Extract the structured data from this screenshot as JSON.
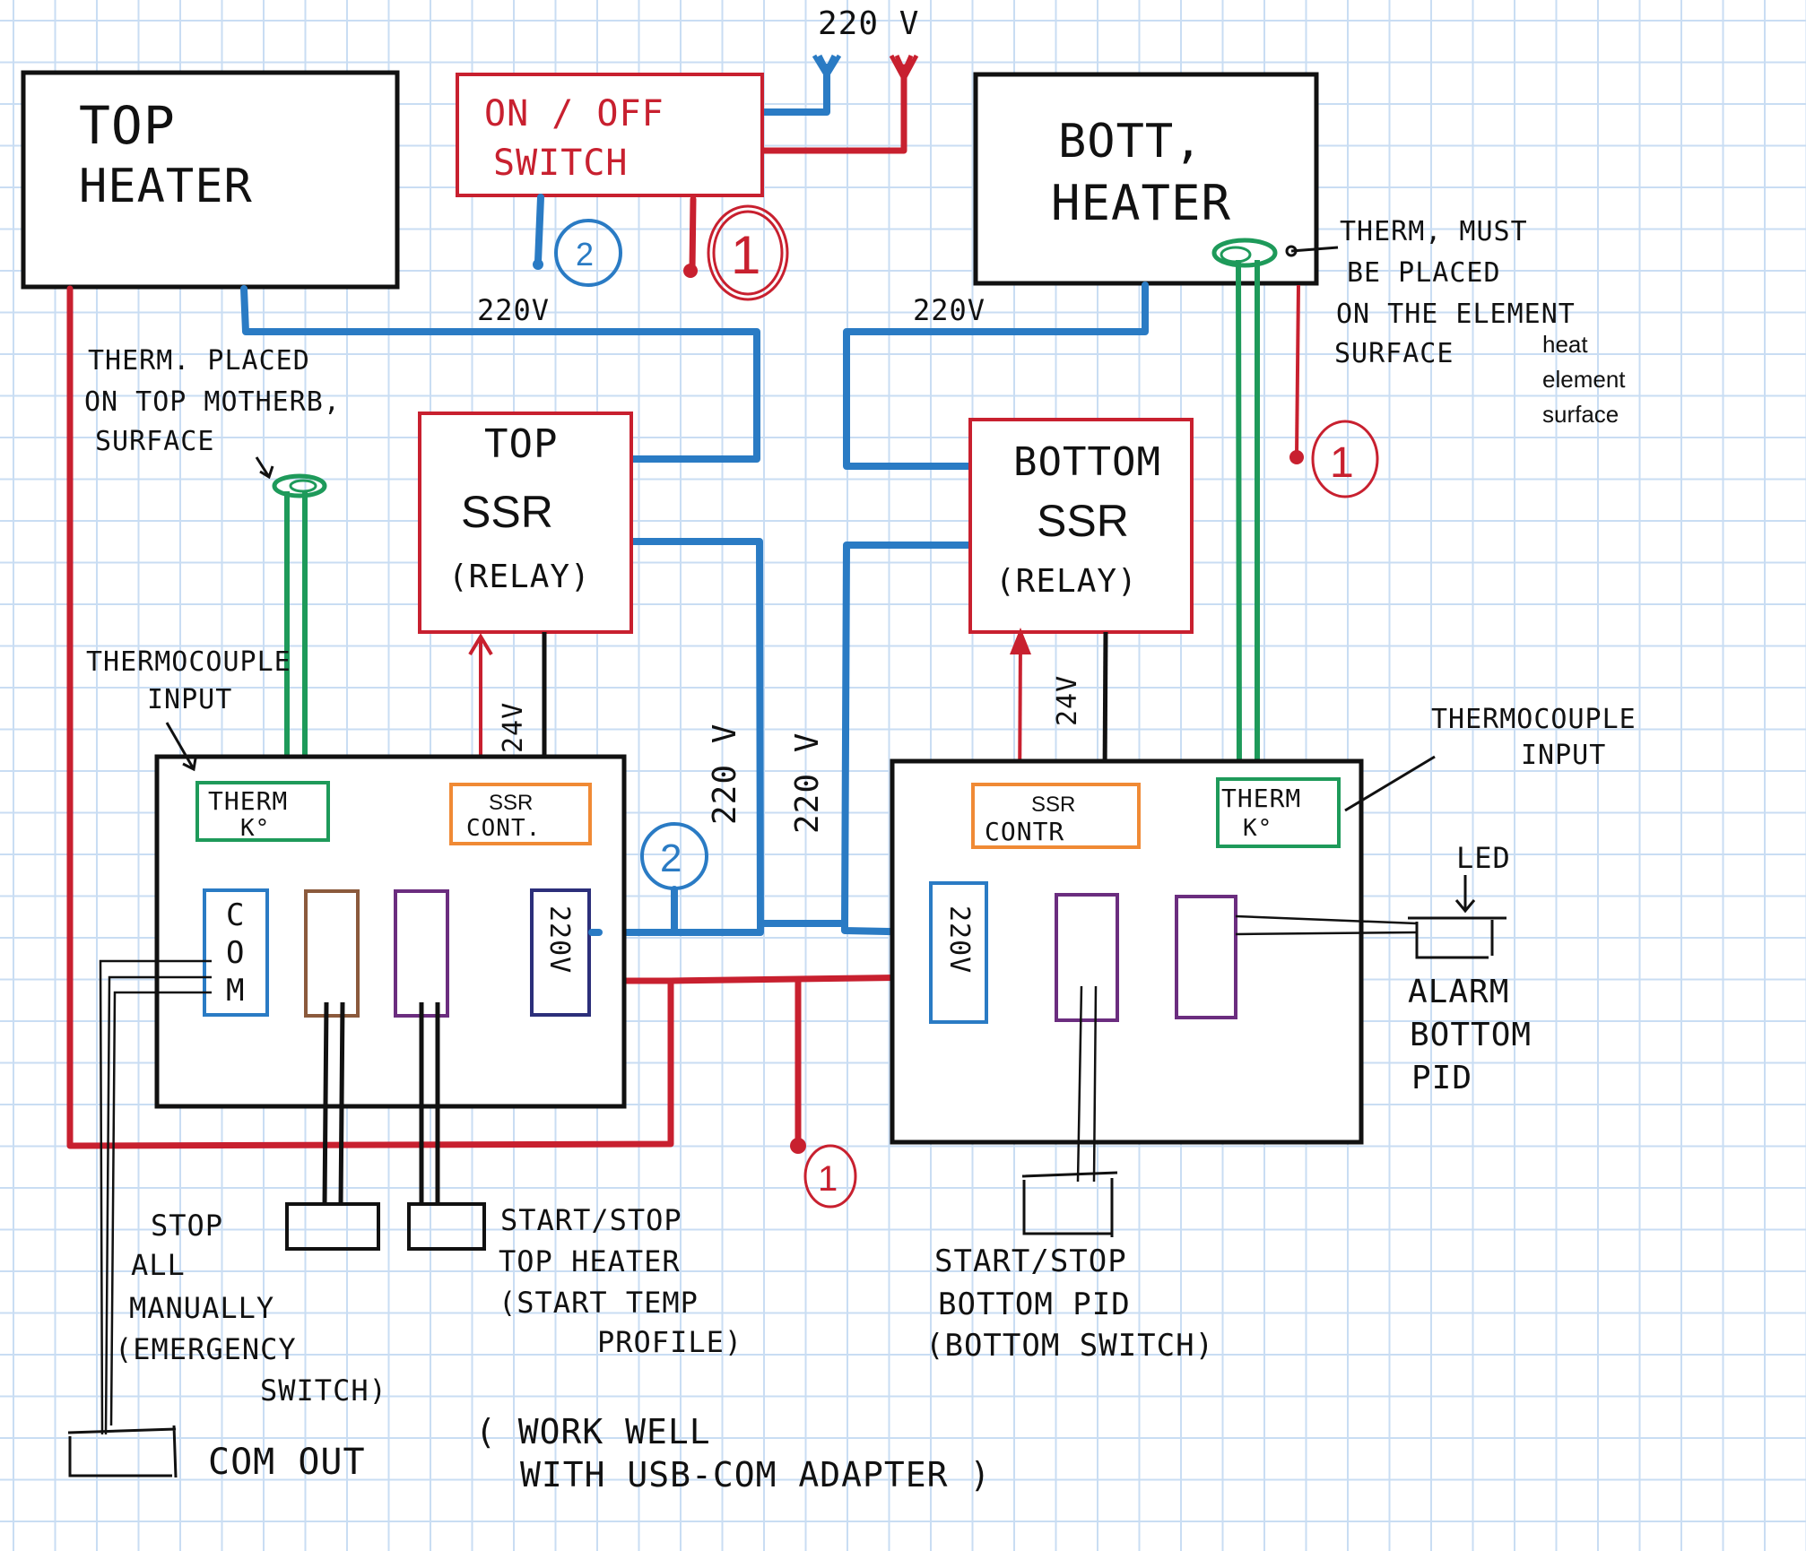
{
  "diagram": {
    "colors": {
      "grid": "#c9ddf3",
      "live_wire": "#c8202f",
      "neutral_wire": "#2a7bc4",
      "thermocouple_wire": "#1e9a5a",
      "ssr_control": "#f08a35",
      "signal_wire": "#111111"
    },
    "mains": {
      "label": "220 V"
    },
    "on_off_switch": {
      "line1": "ON / OFF",
      "line2": "SWITCH"
    },
    "markers": {
      "one": "1",
      "two": "2"
    },
    "top_heater": {
      "line1": "TOP",
      "line2": "HEATER"
    },
    "bottom_heater": {
      "line1": "BOTT,",
      "line2": "HEATER"
    },
    "top_ssr": {
      "line1": "TOP",
      "line2": "SSR",
      "line3": "(RELAY)"
    },
    "bottom_ssr": {
      "line1": "BOTTOM",
      "line2": "SSR",
      "line3": "(RELAY)"
    },
    "wire_labels": {
      "top_heater_feed": "220V",
      "bottom_heater_feed": "220V",
      "vertical_left": "220 V",
      "vertical_right": "220 V",
      "top_ssr_control": "24V",
      "bottom_ssr_control": "24V"
    },
    "annotations": {
      "top_therm": [
        "THERM. PLACED",
        "ON TOP MOTHERB,",
        "SURFACE"
      ],
      "bottom_therm": [
        "THERM, MUST",
        "BE PLACED",
        "ON THE ELEMENT",
        "SURFACE"
      ],
      "bottom_therm_typed": [
        "heat",
        "element",
        "surface"
      ],
      "tc_input_left": [
        "THERMOCOUPLE",
        "INPUT"
      ],
      "tc_input_right": [
        "THERMOCOUPLE",
        "INPUT"
      ],
      "led": "LED",
      "alarm": [
        "ALARM",
        "BOTTOM",
        "PID"
      ]
    },
    "top_pid": {
      "therm_terminal": [
        "THERM",
        "K°"
      ],
      "ssr_terminal": [
        "SSR",
        "CONT."
      ],
      "com_terminal": [
        "C",
        "O",
        "M"
      ],
      "power_terminal": "220V"
    },
    "bottom_pid": {
      "therm_terminal": [
        "THERM",
        "K°"
      ],
      "ssr_terminal": [
        "SSR",
        "CONTR"
      ],
      "power_terminal": "220V"
    },
    "switches": {
      "stop_all": [
        "STOP",
        "ALL",
        "MANUALLY",
        "(EMERGENCY",
        "SWITCH)"
      ],
      "start_top": [
        "START/STOP",
        "TOP HEATER",
        "(START TEMP",
        "PROFILE)"
      ],
      "start_bottom": [
        "START/STOP",
        "BOTTOM PID",
        "(BOTTOM SWITCH)"
      ]
    },
    "com_out": {
      "label": "COM OUT",
      "note_line1": "( WORK WELL",
      "note_line2": "WITH USB-COM ADAPTER )"
    }
  }
}
